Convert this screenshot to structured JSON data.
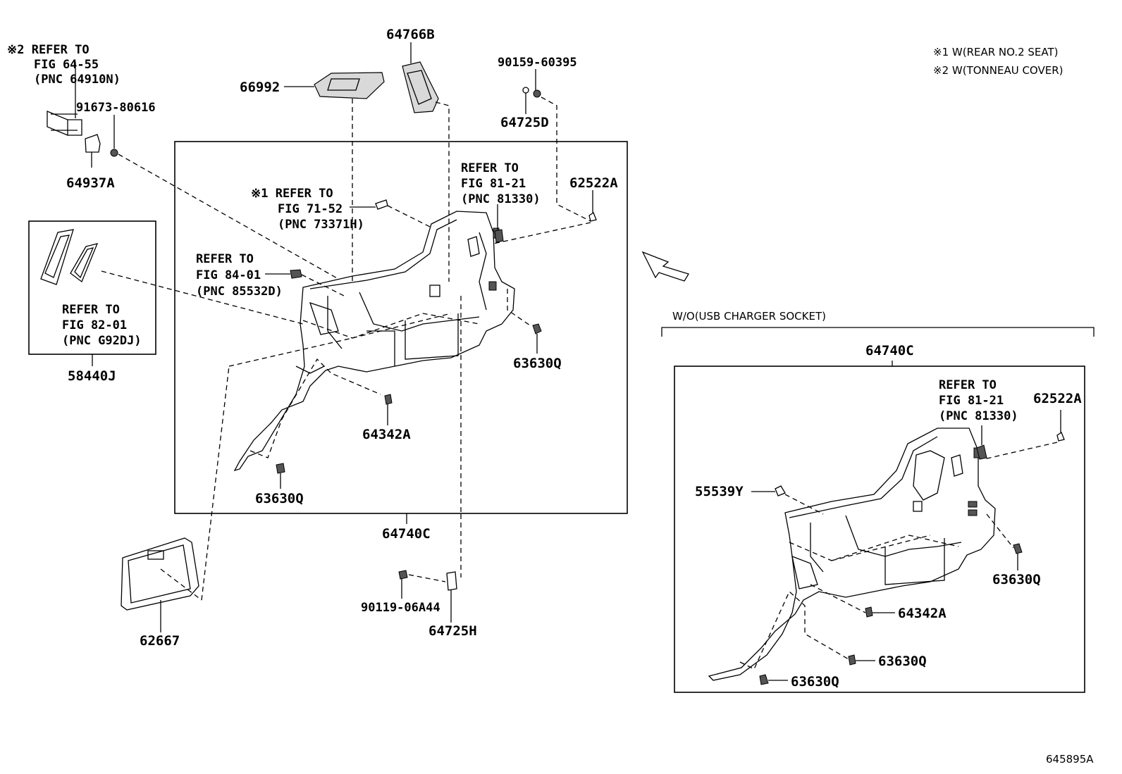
{
  "notes": {
    "note1": "※1 W(REAR NO.2 SEAT)",
    "note2": "※2 W(TONNEAU COVER)",
    "variant_title": "W/O(USB CHARGER SOCKET)",
    "diagram_id": "645895A"
  },
  "refs": {
    "tonneau": [
      "※2 REFER TO",
      "FIG 64-55",
      "(PNC 64910N)"
    ],
    "seat": [
      "※1 REFER TO",
      "FIG 71-52",
      "(PNC 73371H)"
    ],
    "fig81_main": [
      "REFER TO",
      "FIG 81-21",
      "(PNC 81330)"
    ],
    "fig84": [
      "REFER TO",
      "FIG 84-01",
      "(PNC 85532D)"
    ],
    "fig82": [
      "REFER TO",
      "FIG 82-01",
      "(PNC G92DJ)"
    ],
    "fig81_alt": [
      "REFER TO",
      "FIG 81-21",
      "(PNC 81330)"
    ]
  },
  "parts": {
    "p64766B": "64766B",
    "p90159": "90159-60395",
    "p66992": "66992",
    "p91673": "91673-80616",
    "p64725D": "64725D",
    "p64937A": "64937A",
    "p62522A_main": "62522A",
    "p58440J": "58440J",
    "p63630Q_main_r": "63630Q",
    "p64342A_main": "64342A",
    "p63630Q_main_b": "63630Q",
    "p64740C_main": "64740C",
    "p90119": "90119-06A44",
    "p64725H": "64725H",
    "p62667": "62667",
    "p64740C_alt": "64740C",
    "p62522A_alt": "62522A",
    "p55539Y": "55539Y",
    "p63630Q_alt_r": "63630Q",
    "p64342A_alt": "64342A",
    "p63630Q_alt_m": "63630Q",
    "p63630Q_alt_b": "63630Q"
  }
}
